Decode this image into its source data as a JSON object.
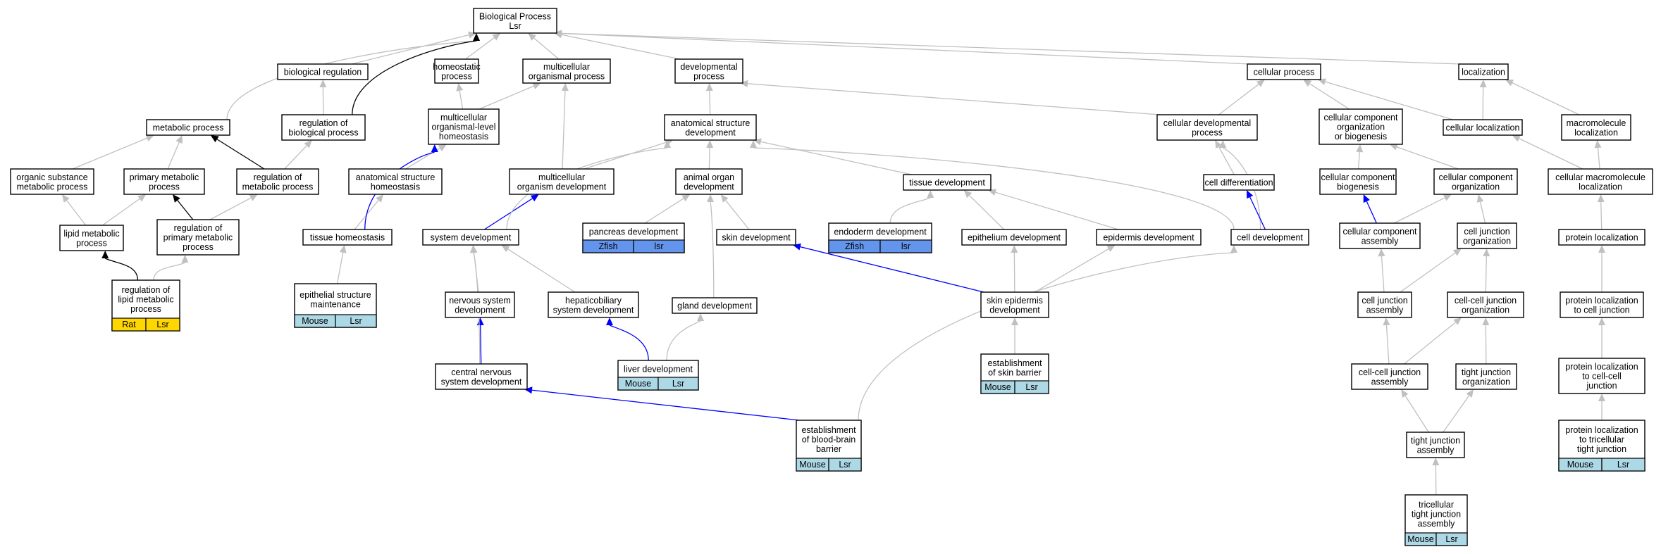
{
  "title": "Biological Process Lsr",
  "colors": {
    "gray": "#c0c0c0",
    "black": "#000000",
    "blue": "#0000ff",
    "rat": "#ffd700",
    "mouse": "#add8e6",
    "zfish": "#6495ed"
  },
  "nodes": {
    "bp": {
      "lines": [
        "Biological Process",
        "Lsr"
      ]
    },
    "breg": {
      "lines": [
        "biological regulation"
      ]
    },
    "homeo": {
      "lines": [
        "homeostatic",
        "process"
      ]
    },
    "multi": {
      "lines": [
        "multicellular",
        "organismal process"
      ]
    },
    "devp": {
      "lines": [
        "developmental",
        "process"
      ]
    },
    "cellp": {
      "lines": [
        "cellular process"
      ]
    },
    "loc": {
      "lines": [
        "localization"
      ]
    },
    "metab": {
      "lines": [
        "metabolic process"
      ]
    },
    "regbio": {
      "lines": [
        "regulation of",
        "biological process"
      ]
    },
    "mlhomeo": {
      "lines": [
        "multicellular",
        "organismal-level",
        "homeostasis"
      ]
    },
    "asd": {
      "lines": [
        "anatomical structure",
        "development"
      ]
    },
    "celldevp": {
      "lines": [
        "cellular developmental",
        "process"
      ]
    },
    "ccob": {
      "lines": [
        "cellular component",
        "organization",
        "or biogenesis"
      ]
    },
    "cellloc": {
      "lines": [
        "cellular localization"
      ]
    },
    "macroloc": {
      "lines": [
        "macromolecule",
        "localization"
      ]
    },
    "orgsub": {
      "lines": [
        "organic substance",
        "metabolic process"
      ]
    },
    "primmet": {
      "lines": [
        "primary metabolic",
        "process"
      ]
    },
    "regmet": {
      "lines": [
        "regulation of",
        "metabolic process"
      ]
    },
    "ash": {
      "lines": [
        "anatomical structure",
        "homeostasis"
      ]
    },
    "mod": {
      "lines": [
        "multicellular",
        "organism development"
      ]
    },
    "aod": {
      "lines": [
        "animal organ",
        "development"
      ]
    },
    "tisdev": {
      "lines": [
        "tissue development"
      ]
    },
    "celldiff": {
      "lines": [
        "cell differentiation"
      ]
    },
    "ccbio": {
      "lines": [
        "cellular component",
        "biogenesis"
      ]
    },
    "ccorg": {
      "lines": [
        "cellular component",
        "organization"
      ]
    },
    "cmacroloc": {
      "lines": [
        "cellular macromolecule",
        "localization"
      ]
    },
    "lipmet": {
      "lines": [
        "lipid metabolic",
        "process"
      ]
    },
    "regprim": {
      "lines": [
        "regulation of",
        "primary metabolic",
        "process"
      ]
    },
    "tishomeo": {
      "lines": [
        "tissue homeostasis"
      ]
    },
    "sysdev": {
      "lines": [
        "system development"
      ]
    },
    "pancdev": {
      "lines": [
        "pancreas development"
      ],
      "species": [
        "Zfish",
        "lsr"
      ]
    },
    "skindev": {
      "lines": [
        "skin development"
      ]
    },
    "endodev": {
      "lines": [
        "endoderm development"
      ],
      "species": [
        "Zfish",
        "lsr"
      ]
    },
    "epidev": {
      "lines": [
        "epithelium development"
      ]
    },
    "epiddev": {
      "lines": [
        "epidermis development"
      ]
    },
    "celldev": {
      "lines": [
        "cell development"
      ]
    },
    "ccasm": {
      "lines": [
        "cellular component",
        "assembly"
      ]
    },
    "cjorg": {
      "lines": [
        "cell junction",
        "organization"
      ]
    },
    "protloc": {
      "lines": [
        "protein localization"
      ]
    },
    "reglip": {
      "lines": [
        "regulation of",
        "lipid metabolic",
        "process"
      ],
      "species": [
        "Rat",
        "Lsr"
      ]
    },
    "esm": {
      "lines": [
        "epithelial structure",
        "maintenance"
      ],
      "species": [
        "Mouse",
        "Lsr"
      ]
    },
    "nsd": {
      "lines": [
        "nervous system",
        "development"
      ]
    },
    "hepdev": {
      "lines": [
        "hepaticobiliary",
        "system development"
      ]
    },
    "glanddev": {
      "lines": [
        "gland development"
      ]
    },
    "skinepi": {
      "lines": [
        "skin epidermis",
        "development"
      ]
    },
    "cjasm": {
      "lines": [
        "cell junction",
        "assembly"
      ]
    },
    "ccjorg": {
      "lines": [
        "cell-cell junction",
        "organization"
      ]
    },
    "plcj": {
      "lines": [
        "protein localization",
        "to cell junction"
      ]
    },
    "cnsd": {
      "lines": [
        "central nervous",
        "system development"
      ]
    },
    "livdev": {
      "lines": [
        "liver development"
      ],
      "species": [
        "Mouse",
        "Lsr"
      ]
    },
    "esb": {
      "lines": [
        "establishment",
        "of skin barrier"
      ],
      "species": [
        "Mouse",
        "Lsr"
      ]
    },
    "ccjasm": {
      "lines": [
        "cell-cell junction",
        "assembly"
      ]
    },
    "tjorg": {
      "lines": [
        "tight junction",
        "organization"
      ]
    },
    "plccj": {
      "lines": [
        "protein localization",
        "to cell-cell",
        "junction"
      ]
    },
    "ebbb": {
      "lines": [
        "establishment",
        "of blood-brain",
        "barrier"
      ],
      "species": [
        "Mouse",
        "Lsr"
      ]
    },
    "tjasm": {
      "lines": [
        "tight junction",
        "assembly"
      ]
    },
    "pltj": {
      "lines": [
        "protein localization",
        "to tricellular",
        "tight junction"
      ],
      "species": [
        "Mouse",
        "Lsr"
      ]
    },
    "ttja": {
      "lines": [
        "tricellular",
        "tight junction",
        "assembly"
      ],
      "species": [
        "Mouse",
        "Lsr"
      ]
    }
  }
}
